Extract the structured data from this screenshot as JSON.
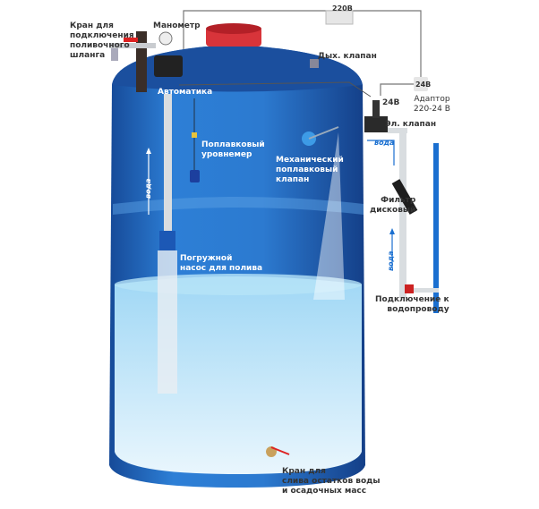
{
  "labels": {
    "hose_tap": "Кран для\nподключения\nполивочного\nшланга",
    "manometer": "Манометр",
    "automation": "Автоматика",
    "power_220": "220В",
    "breather_valve": "Дых. клапан",
    "power_24": "24В",
    "adapter_box": "24В",
    "adapter": "Адаптор\n220-24 В",
    "solenoid_valve": "Эл. клапан",
    "float_level": "Поплавковый\nуровнемер",
    "mech_float_valve": "Механический\nпоплавковый\nклапан",
    "disc_filter": "Фильтр\nдисковый",
    "submersible_pump": "Погружной\nнасос для полива",
    "mains_connection": "Подключение к\nводопроводу",
    "drain_tap": "Кран для\nслива остатков воды\nи осадочных масс",
    "water_flow": "вода"
  },
  "colors": {
    "tank": "#1f5fb8",
    "water": "#7cc4ee",
    "lid": "#d8343a",
    "pipe": "#d9dde0"
  }
}
